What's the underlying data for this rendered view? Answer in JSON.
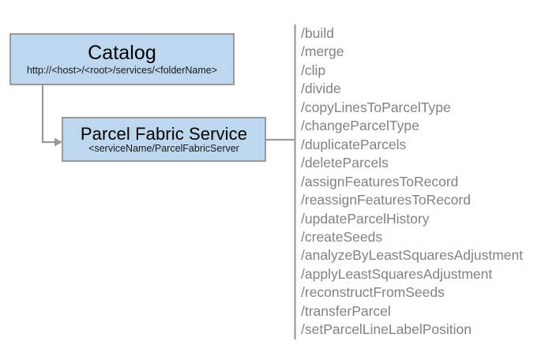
{
  "diagram": {
    "type": "architecture-diagram",
    "nodes": [
      {
        "id": "catalog",
        "title": "Catalog",
        "subtitle": "http://<host>/<root>/services/<folderName>"
      },
      {
        "id": "parcel-fabric-service",
        "title": "Parcel Fabric Service",
        "subtitle": "<serviceName/ParcelFabricServer"
      }
    ],
    "operations": [
      "/build",
      "/merge",
      "/clip",
      "/divide",
      "/copyLinesToParcelType",
      "/changeParcelType",
      "/duplicateParcels",
      "/deleteParcels",
      "/assignFeaturesToRecord",
      "/reassignFeaturesToRecord",
      "/updateParcelHistory",
      "/createSeeds",
      "/analyzeByLeastSquaresAdjustment",
      "/applyLeastSquaresAdjustment",
      "/reconstructFromSeeds",
      "/transferParcel",
      "/setParcelLineLabelPosition"
    ],
    "colors": {
      "node_fill": "#bcd7ee",
      "node_border": "#9a9a9a",
      "connector": "#9a9a9a",
      "operation_text": "#828282",
      "title_text": "#000000",
      "background": "#ffffff"
    }
  }
}
